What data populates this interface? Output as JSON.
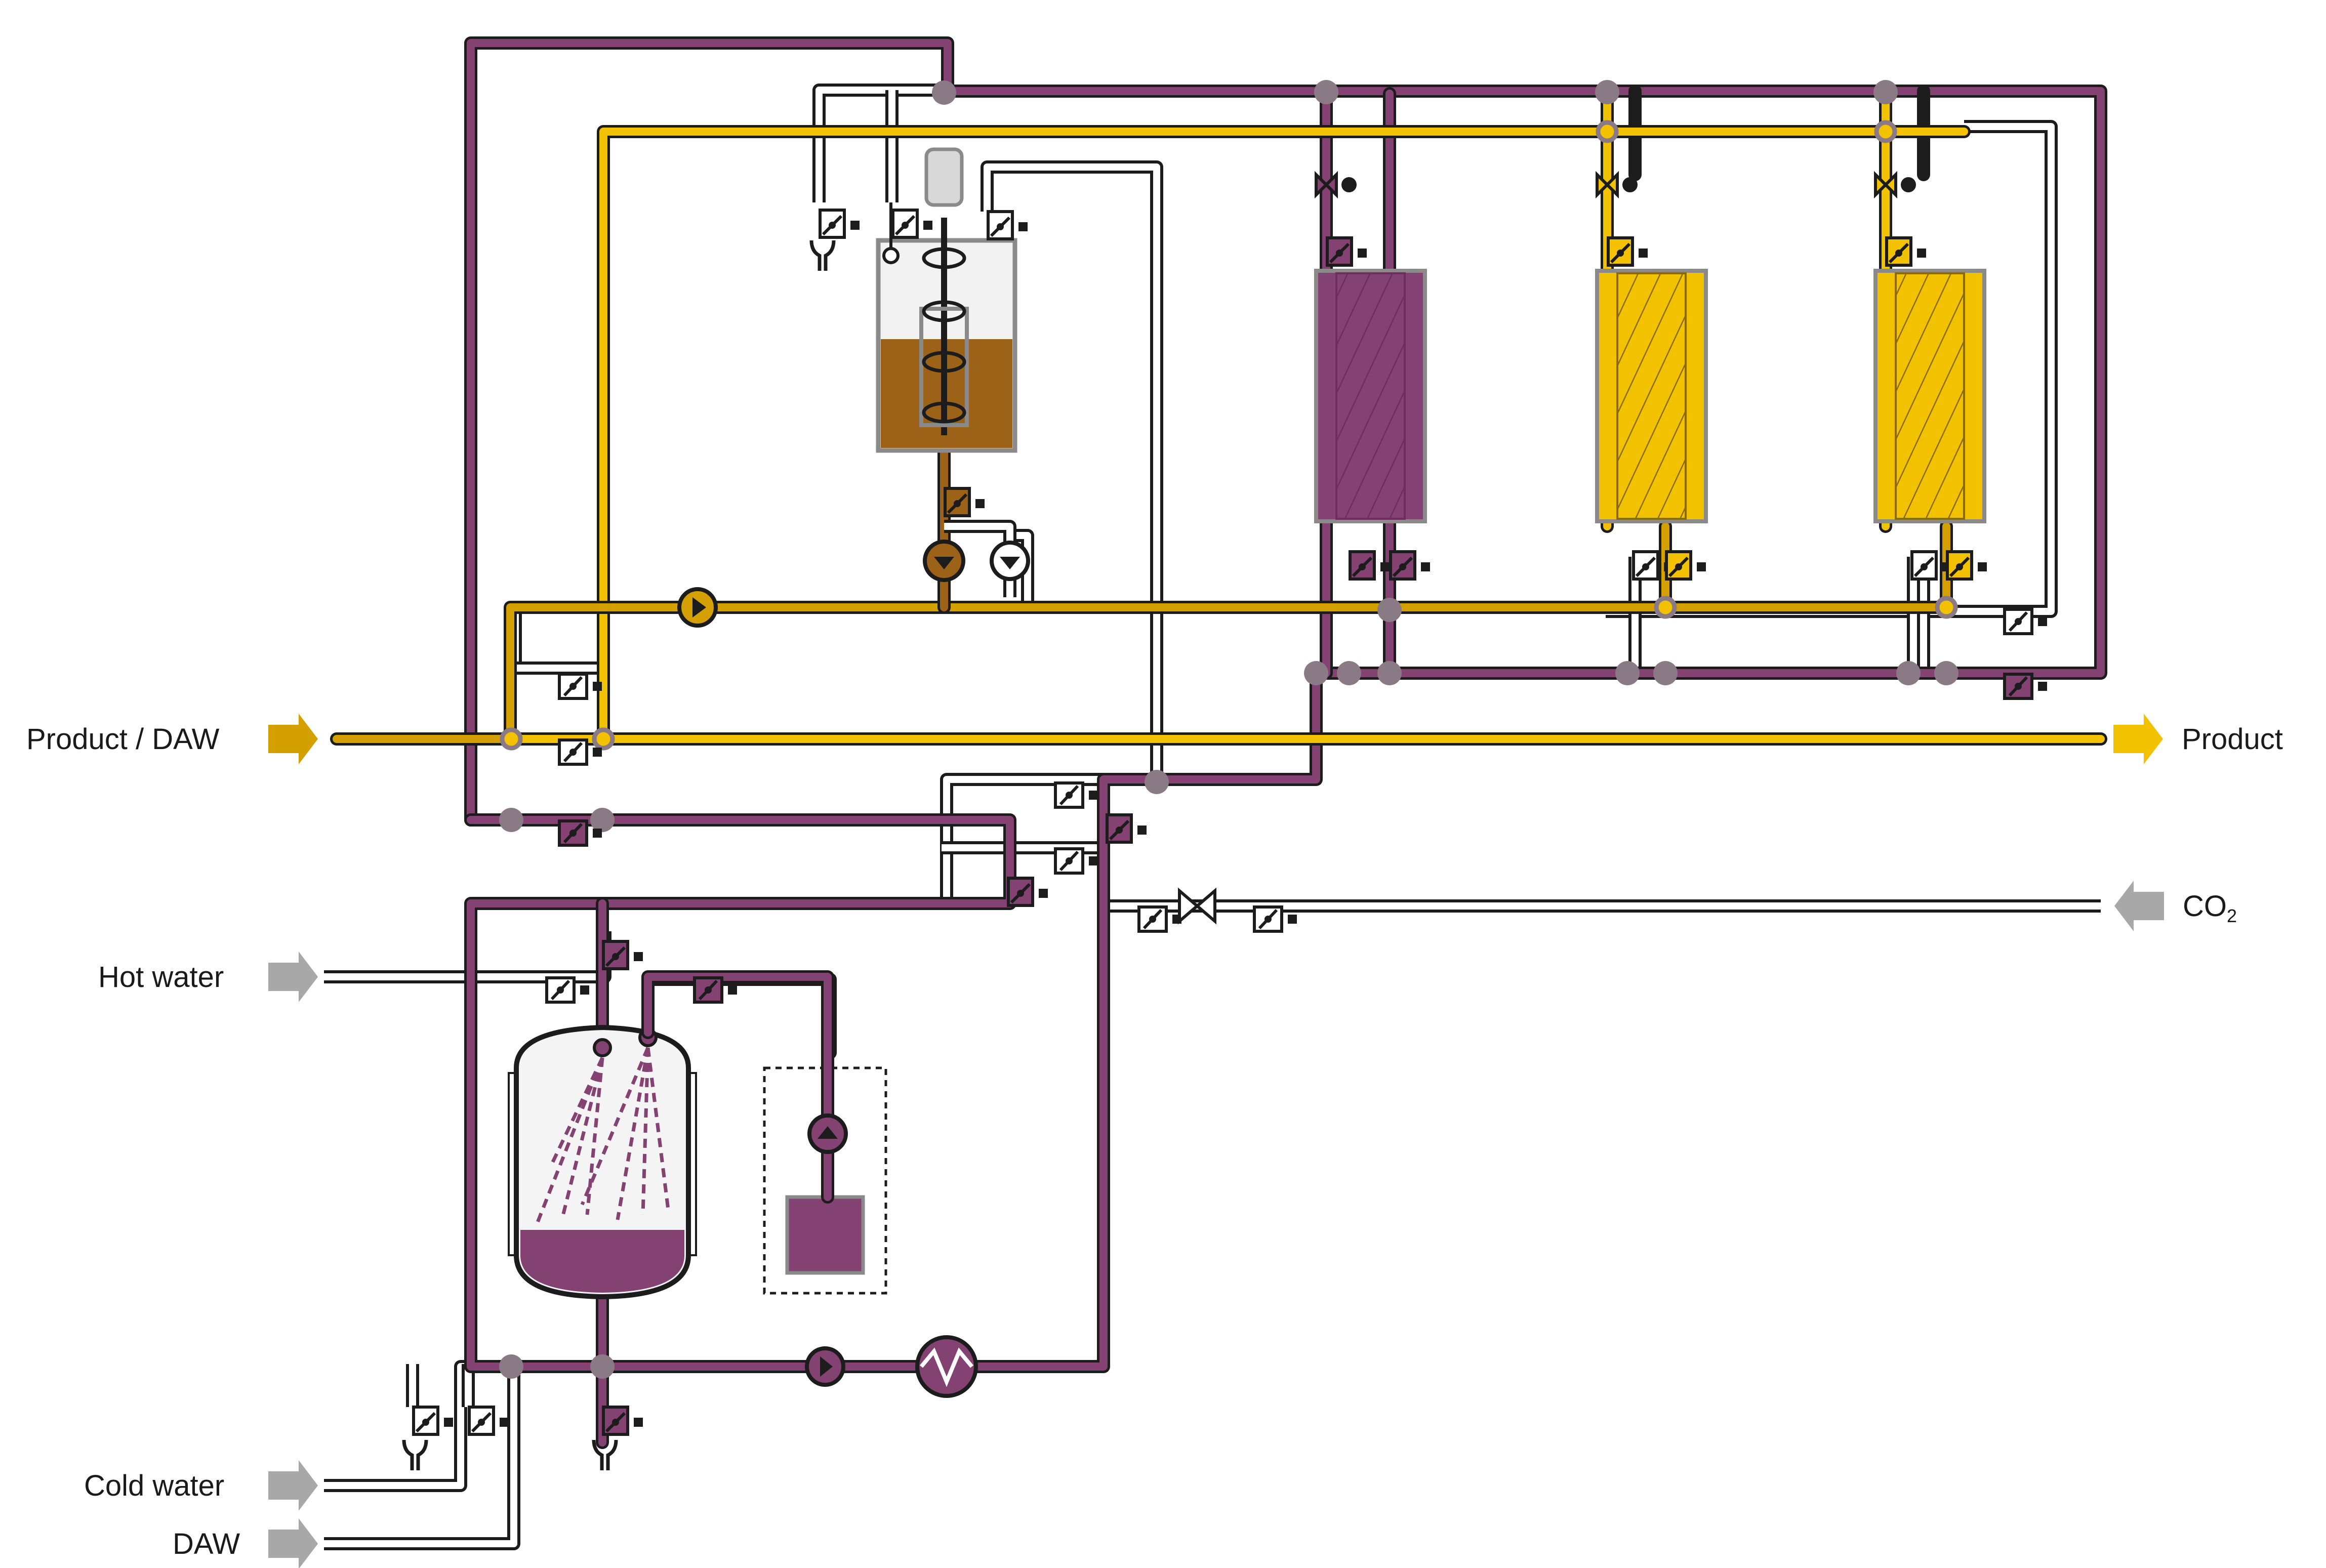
{
  "labels": {
    "product_daw": "Product / DAW",
    "product": "Product",
    "co2_base": "CO",
    "co2_sub": "2",
    "hot_water": "Hot water",
    "cold_water": "Cold water",
    "daw": "DAW"
  },
  "colors": {
    "purple": "#844272",
    "yellow": "#f2c200",
    "gold": "#d3a000",
    "brown": "#9c6218",
    "grey_junction": "#8a7a86",
    "arrow_grey": "#a8a8a8",
    "outline": "#1c1c1c"
  },
  "icons": [
    "arrow-right-icon",
    "valve-icon",
    "pump-icon",
    "heat-exchanger-icon",
    "agitator-motor-icon",
    "spray-nozzle-icon",
    "drain-icon"
  ]
}
